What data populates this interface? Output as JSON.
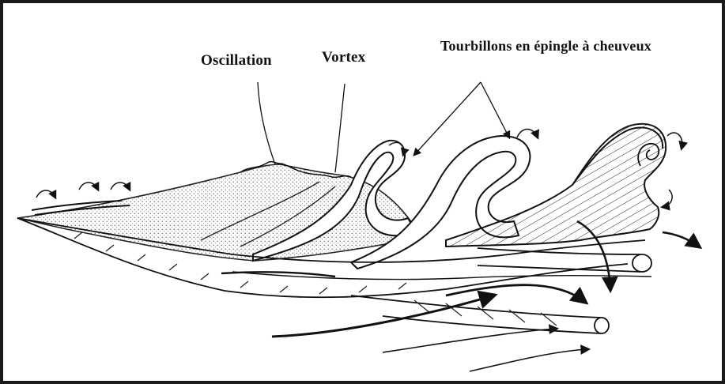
{
  "labels": {
    "oscillation": "Oscillation",
    "vortex": "Vortex",
    "hairpin": "Tourbillons en épingle à cheuveux"
  },
  "colors": {
    "ink": "#111111",
    "stipple": "#6b6b6b",
    "background": "#ffffff"
  }
}
